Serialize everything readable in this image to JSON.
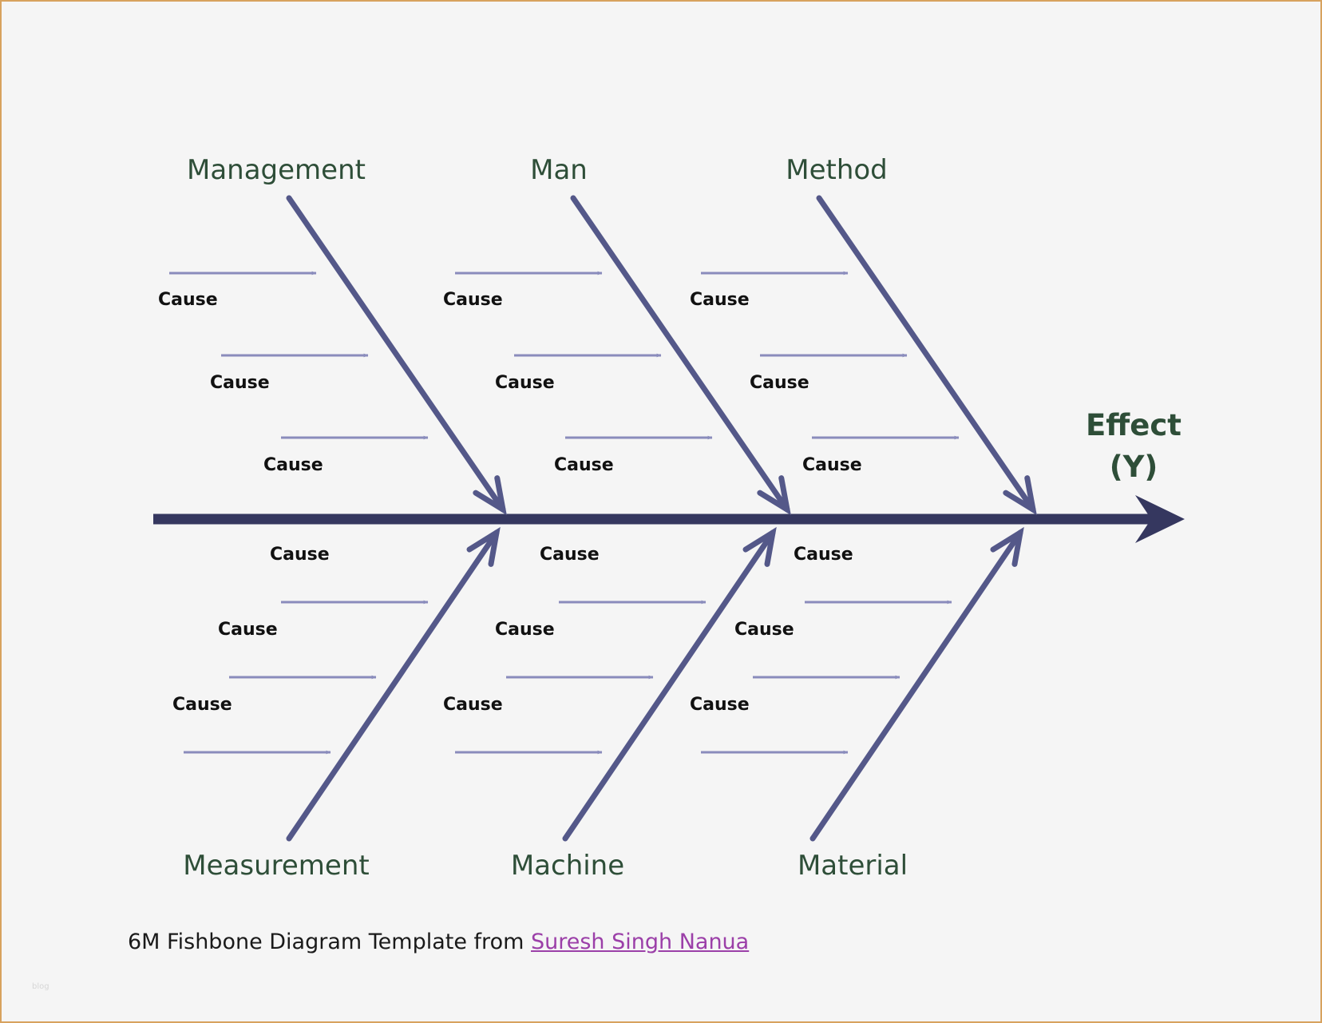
{
  "effect": {
    "line1": "Effect",
    "line2": "(Y)"
  },
  "categories_top": [
    "Management",
    "Man",
    "Method"
  ],
  "categories_bottom": [
    "Measurement",
    "Machine",
    "Material"
  ],
  "cause_label": "Cause",
  "footer": {
    "text": "6M Fishbone Diagram Template from ",
    "link": "Suresh Singh Nanua"
  },
  "watermark": "blog",
  "colors": {
    "spine": "#35375f",
    "bone": "#545889",
    "cause_arrow": "#8a8cbc",
    "category_text": "#2e4e38",
    "link": "#9b3fa8",
    "border": "#d8a25e"
  }
}
